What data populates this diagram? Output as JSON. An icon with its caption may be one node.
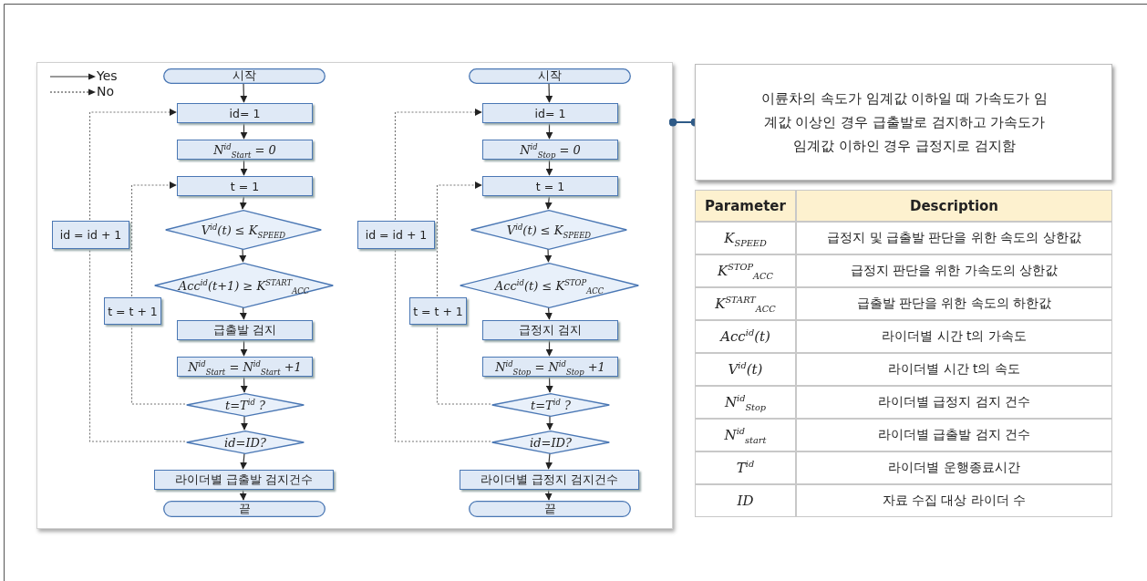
{
  "diagram": {
    "nodes": [
      {
        "text": [],
        "shape": "box"
      },
      {
        "text": [
          "시작"
        ],
        "in": 0
      },
      {
        "text": [
          "id= 1"
        ],
        "in": 0
      },
      {
        "text": [
          "N$^{id}$$_{Start}$ = 0"
        ],
        "in": 0
      },
      {
        "text": [
          "t = 1"
        ],
        "in": 0
      },
      {
        "text": [
          "V$^{id}$(t) ≤ K$_{SPEED}$"
        ],
        "in": 0
      },
      {
        "text": [
          "Acc$^{id}$(t+1) ≥ K$^{START}$$_{ACC}$"
        ],
        "in": 0
      },
      {
        "text": [
          "급출발 검지"
        ],
        "in": 0
      },
      {
        "text": [
          "N$^{id}$$_{Start}$ = N$^{id}$$_{Start}$ +1"
        ],
        "in": 0
      },
      {
        "text": [
          "t=T$^{id}$ ?"
        ],
        "in": 0
      },
      {
        "text": [
          "id=ID?"
        ],
        "in": 0
      },
      {
        "text": [
          "라이더별 급출발 검지건수"
        ],
        "in": 0
      },
      {
        "text": [
          "끝"
        ],
        "in": 0
      },
      {
        "text": [
          "id = id + 1"
        ],
        "in": 0
      },
      {
        "text": [
          "t = t + 1"
        ],
        "in": 0
      },
      {
        "text": [
          "시작"
        ],
        "in": 0
      },
      {
        "text": [
          "id= 1"
        ],
        "in": 0
      },
      {
        "text": [
          "N$^{id}$$_{Stop}$ = 0"
        ],
        "in": 0
      },
      {
        "text": [
          "t = 1"
        ],
        "in": 0
      },
      {
        "text": [
          "V$^{id}$(t) ≤ K$_{SPEED}$"
        ],
        "in": 0
      },
      {
        "text": [
          "Acc$^{id}$(t) ≤ K$^{STOP}$$_{ACC}$"
        ],
        "in": 0
      },
      {
        "text": [
          "급정지 검지"
        ],
        "in": 0
      },
      {
        "text": [
          "N$^{id}$$_{Stop}$ = N$^{id}$$_{Stop}$ +1"
        ],
        "in": 0
      },
      {
        "text": [
          "t=T$^{id}$ ?"
        ],
        "in": 0
      },
      {
        "text": [
          "id=ID?"
        ],
        "in": 0
      },
      {
        "text": [
          "라이더별 급정지 검지건수"
        ],
        "in": 0
      },
      {
        "text": [
          "끝"
        ],
        "in": 0
      },
      {
        "text": [
          "id = id + 1"
        ],
        "in": 0
      },
      {
        "text": [
          "t = t + 1"
        ],
        "in": 0
      },
      {
        "text": [
          "이륜차의 속도가 임계값 이하일 때 가속도가 임계값 이상인 경우 급출발로 검지하고 가속도가 임계값 이하인 경우 급정지로 검지함"
        ]
      }
    ],
    "edges": [
      {
        "from": 1,
        "to": 2,
        "arrow": "to"
      },
      {
        "from": 2,
        "to": 3,
        "arrow": "to"
      },
      {
        "from": 3,
        "to": 4,
        "arrow": "to"
      },
      {
        "from": 4,
        "to": 5,
        "arrow": "to"
      },
      {
        "from": 5,
        "to": 6,
        "arrow": "to"
      },
      {
        "from": 6,
        "to": 7,
        "arrow": "to"
      },
      {
        "from": 7,
        "to": 8,
        "arrow": "to"
      },
      {
        "from": 8,
        "to": 9,
        "arrow": "to"
      },
      {
        "from": 9,
        "to": 10,
        "arrow": "to"
      },
      {
        "from": 10,
        "to": 11,
        "arrow": "to"
      },
      {
        "from": 11,
        "to": 12,
        "arrow": "to"
      },
      {
        "from": 9,
        "to": 14,
        "arrow": "none",
        "style": "dashed"
      },
      {
        "from": 14,
        "to": 4,
        "arrow": "to",
        "style": "dashed"
      },
      {
        "from": 10,
        "to": 13,
        "arrow": "none",
        "style": "dashed"
      },
      {
        "from": 13,
        "to": 2,
        "arrow": "to",
        "style": "dashed"
      },
      {
        "from": 15,
        "to": 16,
        "arrow": "to"
      },
      {
        "from": 16,
        "to": 17,
        "arrow": "to"
      },
      {
        "from": 17,
        "to": 18,
        "arrow": "to"
      },
      {
        "from": 18,
        "to": 19,
        "arrow": "to"
      },
      {
        "from": 19,
        "to": 20,
        "arrow": "to"
      },
      {
        "from": 20,
        "to": 21,
        "arrow": "to"
      },
      {
        "from": 21,
        "to": 22,
        "arrow": "to"
      },
      {
        "from": 22,
        "to": 23,
        "arrow": "to"
      },
      {
        "from": 23,
        "to": 24,
        "arrow": "to"
      },
      {
        "from": 24,
        "to": 25,
        "arrow": "to"
      },
      {
        "from": 25,
        "to": 26,
        "arrow": "to"
      },
      {
        "from": 23,
        "to": 28,
        "arrow": "none",
        "style": "dashed"
      },
      {
        "from": 28,
        "to": 18,
        "arrow": "to",
        "style": "dashed"
      },
      {
        "from": 24,
        "to": 27,
        "arrow": "none",
        "style": "dashed"
      },
      {
        "from": 27,
        "to": 16,
        "arrow": "to",
        "style": "dashed"
      },
      {
        "from": 0,
        "to": 29,
        "arrow": "other",
        "color": "#2e5a87"
      }
    ],
    "labels": [
      "Parameter",
      "Description",
      "K$_{SPEED}$",
      "급정지 및 급출발 판단을 위한 속도의 상한값",
      "K$^{STOP}$$_{ACC}$",
      "급정지 판단을 위한 가속도의 상한값",
      "K$^{START}$$_{ACC}$",
      "급출발 판단을 위한 속도의 하한값",
      "Acc$^{id}$(t)",
      "라이더별 시간 t의 가속도",
      "V$^{id}$(t)",
      "라이더별 시간 t의 속도",
      "N$^{id}$$_{Stop}$",
      "라이더별 급정지 검지 건수",
      "N$^{id}$$_{start}$",
      "라이더별 급출발 검지 건수",
      "T$^{id}$",
      "라이더별 운행종료시간",
      "ID",
      "자료 수집 대상 라이더 수"
    ],
    "legend": [
      {
        "text": "Yes"
      },
      {
        "text": "No"
      }
    ]
  }
}
